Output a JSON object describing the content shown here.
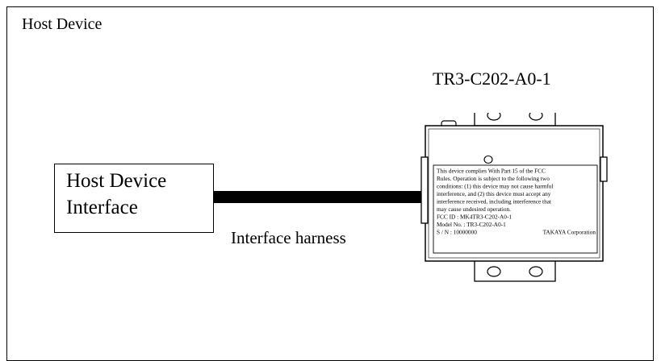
{
  "frame": {
    "title": "Host Device"
  },
  "host_interface": {
    "line1": "Host Device",
    "line2": "Interface"
  },
  "harness": {
    "label": "Interface harness"
  },
  "device": {
    "model": "TR3-C202-A0-1",
    "label_lines": [
      "This device complies With Part 15 of the FCC",
      "Rules. Operation is subject to the following two",
      "conditions: (1) this device may not cause harmful",
      "interference, and (2) this device must accept any",
      "interference received, including interference that",
      "may cause undesired operation.",
      "FCC ID : MK4TR3-C202-A0-1",
      "Model No. : TR3-C202-A0-1"
    ],
    "serial": "S / N : 10000000",
    "maker": "TAKAYA Corporation"
  }
}
